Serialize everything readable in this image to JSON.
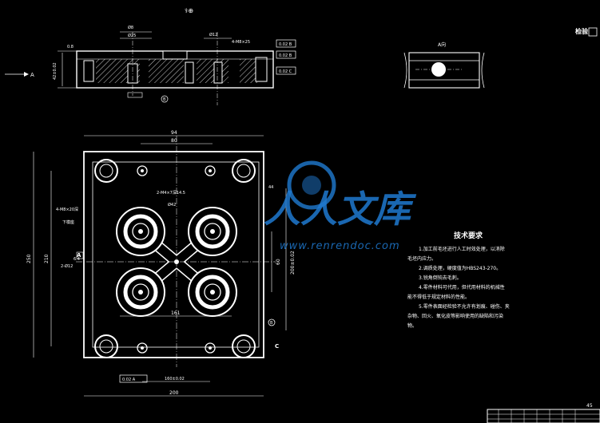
{
  "header_mark": "⚕⊕",
  "corner_mark": "检验",
  "section_view": {
    "arrow_label": "A",
    "dim_left": "42±0.02",
    "dim_top_1": "0.8",
    "dim_top_2": "Ø8",
    "dim_top_3": "Ø25",
    "dim_top_4": "Ø12",
    "dim_right": "4-M8×25",
    "tol_1": "0.02 B",
    "tol_2": "0.02 B",
    "tol_3": "0.02 C",
    "datum_bottom": "B"
  },
  "detail_view": {
    "label": "A向"
  },
  "plan_view": {
    "dim_top_1": "94",
    "dim_top_2": "80",
    "dim_left_1": "4-M8×20深",
    "dim_left_2": "下模座",
    "dim_left_3": "2-Ø12",
    "dim_left_4": "6.4",
    "dim_left_total": "250",
    "dim_left_inner": "210",
    "label_holes": "2-M4×7深14.5",
    "label_dia": "Ø42",
    "dim_center": "161",
    "dim_right_1": "60",
    "dim_right_2": "200±0.02",
    "dim_right_3": "44",
    "bottom_dim_1": "160±0.02",
    "bottom_dim_2": "200",
    "tol_bottom": "0.02 A",
    "marker_a": "A",
    "marker_c": "C",
    "marker_b": "B"
  },
  "watermark": {
    "brand": "人人文库",
    "url": "www.renrendoc.com"
  },
  "tech_req": {
    "title": "技术要求",
    "items": [
      "1.加工前毛坯进行人工时效处理，以消除",
      "毛坯内应力。",
      "2.调质处理，硬度值为HBS243-270。",
      "3.锐角倒钝去毛刺。",
      "4.零件材料可代用，但代用材料的机械性",
      "能不得低于规定材料的性能。",
      "5.零件表面经检验不允许有划痕、碰伤、夹",
      "杂物、回火、氧化皮等影响使用的缺陷和污染",
      "物。"
    ]
  },
  "title_block": {
    "number": "45"
  }
}
